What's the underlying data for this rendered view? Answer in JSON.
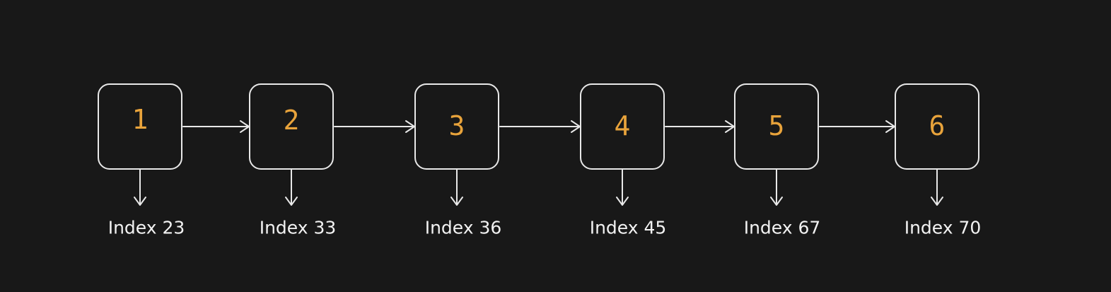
{
  "nodes": [
    {
      "number": "1",
      "index_label": "Index 23"
    },
    {
      "number": "2",
      "index_label": "Index 33"
    },
    {
      "number": "3",
      "index_label": "Index 36"
    },
    {
      "number": "4",
      "index_label": "Index 45"
    },
    {
      "number": "5",
      "index_label": "Index 67"
    },
    {
      "number": "6",
      "index_label": "Index 70"
    }
  ],
  "colors": {
    "background": "#181818",
    "outline": "#e8e8e8",
    "number": "#e8a33b",
    "label": "#f2f2f2"
  }
}
